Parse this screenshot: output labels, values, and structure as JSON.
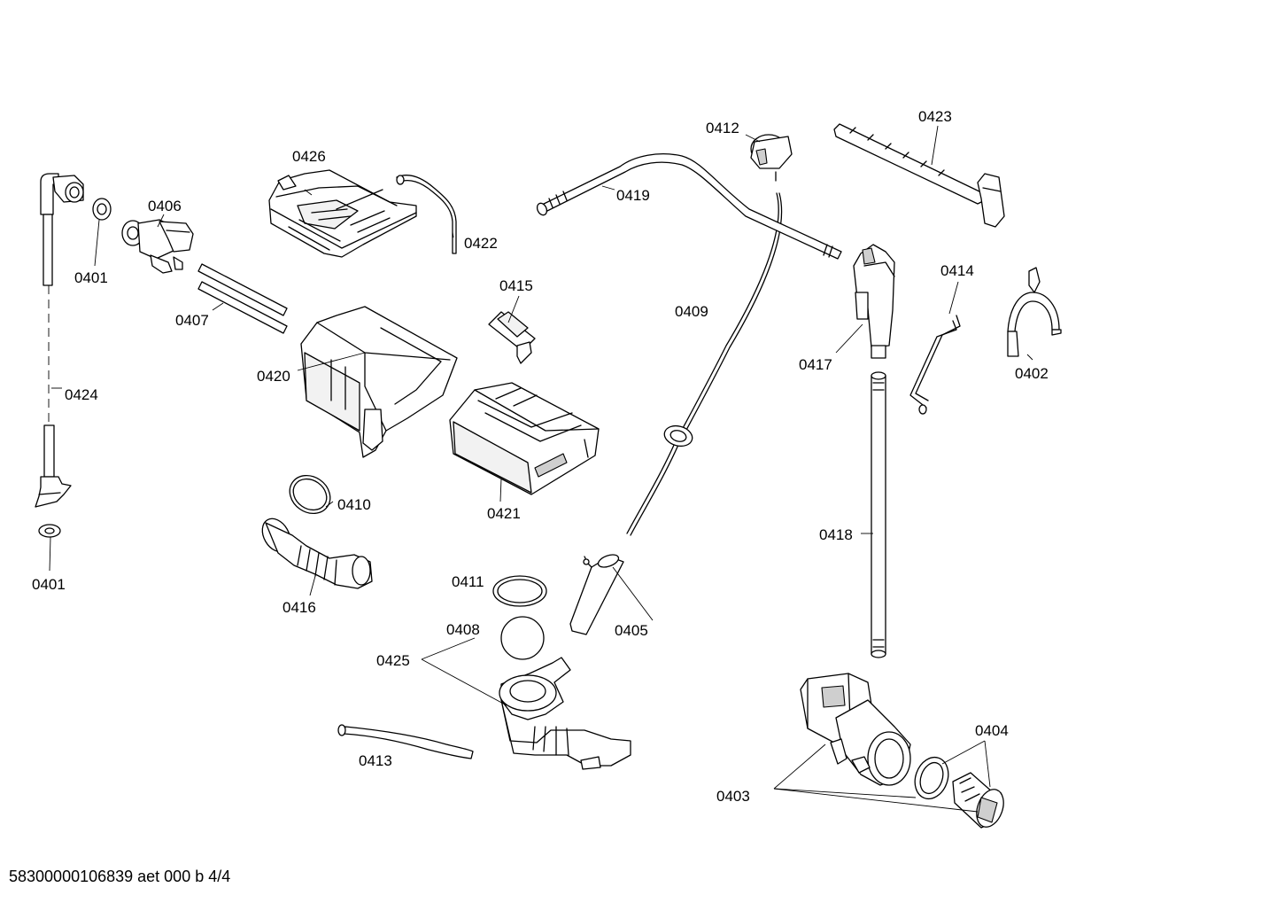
{
  "footer_text": "58300000106839 aet 000 b 4/4",
  "labels": {
    "p0401a": "0401",
    "p0401b": "0401",
    "p0402": "0402",
    "p0403": "0403",
    "p0404": "0404",
    "p0405": "0405",
    "p0406": "0406",
    "p0407": "0407",
    "p0408": "0408",
    "p0409": "0409",
    "p0410": "0410",
    "p0411": "0411",
    "p0412": "0412",
    "p0413": "0413",
    "p0414": "0414",
    "p0415": "0415",
    "p0416": "0416",
    "p0417": "0417",
    "p0418": "0418",
    "p0419": "0419",
    "p0420": "0420",
    "p0421": "0421",
    "p0422": "0422",
    "p0423": "0423",
    "p0424": "0424",
    "p0425": "0425",
    "p0426": "0426"
  }
}
